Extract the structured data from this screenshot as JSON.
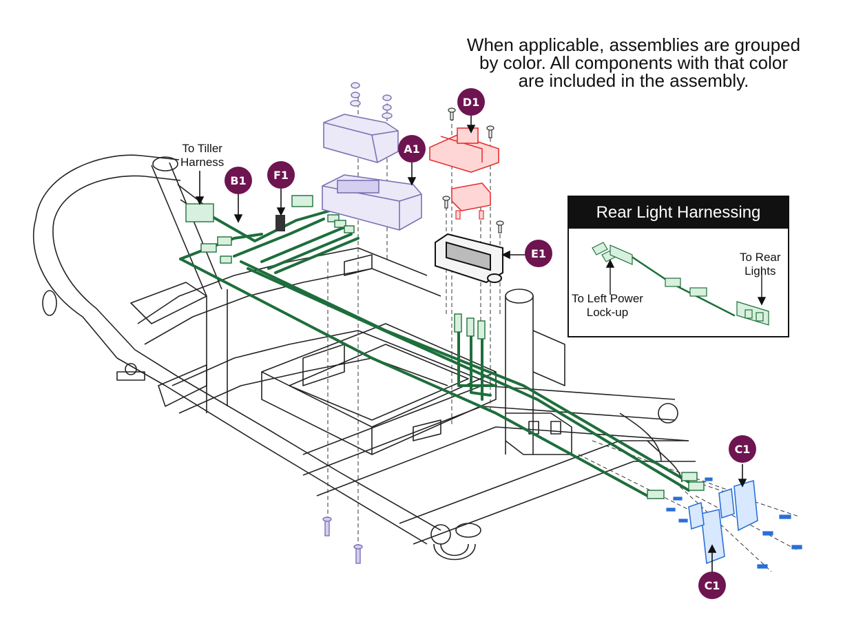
{
  "note": {
    "lines": [
      "When applicable, assemblies are grouped",
      "by color. All components with that color",
      "are included in the assembly."
    ]
  },
  "inset": {
    "title": "Rear Light Harnessing",
    "label_rear_lights": [
      "To Rear",
      "Lights"
    ],
    "label_left_power": [
      "To Left Power",
      "Lock-up"
    ]
  },
  "labels": {
    "tiller_harness": [
      "To Tiller",
      "Harness"
    ]
  },
  "callouts": {
    "a1": "A1",
    "b1": "B1",
    "c1_top": "C1",
    "c1_bottom": "C1",
    "d1": "D1",
    "e1": "E1",
    "f1": "F1"
  },
  "colors": {
    "harness": "#1e6e3c",
    "controller": "#7b6fb3",
    "controller_fill": "#ebe8f7",
    "fuse_holder": "#e53030",
    "fuse_fill": "#ffd6d6",
    "bracket": "#2a6fd6",
    "bracket_fill": "#d8e8ff",
    "callout_tag": "#6e1450",
    "frame_line": "#222222"
  }
}
